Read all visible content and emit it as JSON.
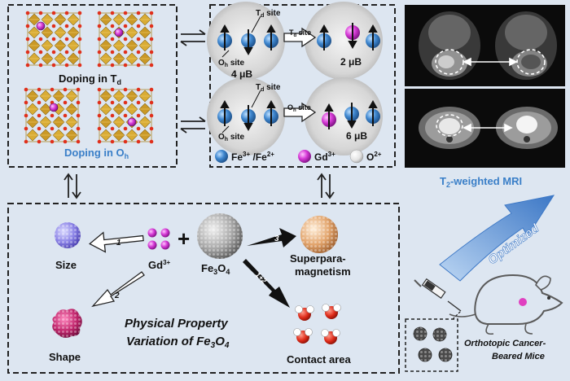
{
  "colors": {
    "background": "#dde6f1",
    "blue_label": "#3a7fc8",
    "fe_ion": "#3f87cf",
    "gd_ion": "#d63ad6",
    "oxygen": "#ececec",
    "arrow_blue": "#3d78c6"
  },
  "crystal": {
    "td_label_main": "Doping in T",
    "td_label_sub": "d",
    "oh_label_main": "Doping in O",
    "oh_label_sub": "h"
  },
  "spin": {
    "td_site_main": "T",
    "td_site_sub": "d",
    "td_site_tail": " site",
    "oh_site_main": "O",
    "oh_site_sub": "h",
    "oh_site_tail": " site",
    "moment_top_left": "4 μB",
    "moment_top_right": "2 μB",
    "moment_bottom_right": "6 μB",
    "legend_fe_main": "Fe",
    "legend_fe_sup1": "3+",
    "legend_fe_mid": " /Fe",
    "legend_fe_sup2": "2+",
    "legend_gd_main": "Gd",
    "legend_gd_sup": "3+",
    "legend_o_main": "O",
    "legend_o_sup": "2+"
  },
  "mri": {
    "label_main": "T",
    "label_sub": "2",
    "label_tail": "-weighted MRI"
  },
  "bottom": {
    "size": "Size",
    "gd_main": "Gd",
    "gd_sup": "3+",
    "plus": "+",
    "fe3o4_a": "Fe",
    "fe3o4_b": "3",
    "fe3o4_c": "O",
    "fe3o4_d": "4",
    "superpara_line1": "Superpara-",
    "superpara_line2": "magnetism",
    "shape": "Shape",
    "contact": "Contact area",
    "title_line1": "Physical Property",
    "title_line2_main": "Variation of Fe",
    "title_line2_sub1": "3",
    "title_line2_mid": "O",
    "title_line2_sub2": "4",
    "arrow_1": "1",
    "arrow_2": "2",
    "arrow_3": "3",
    "arrow_12": "1+2"
  },
  "optimized": "Optimized",
  "mice": {
    "line1": "Orthotopic Cancer-",
    "line2": "Beared Mice"
  }
}
